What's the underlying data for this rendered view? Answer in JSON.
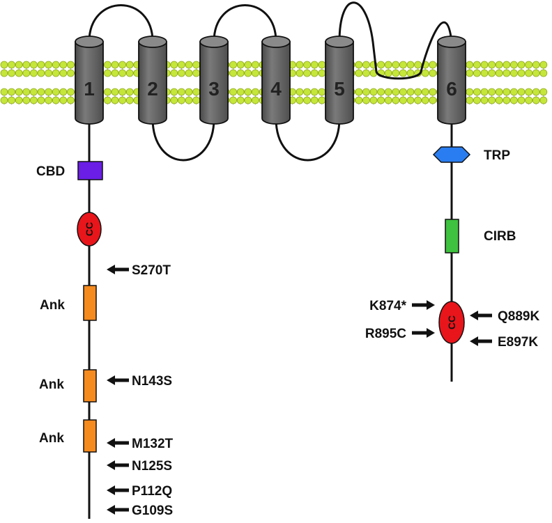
{
  "colors": {
    "membrane_head": "#c5e63a",
    "membrane_head_edge": "#8faa1c",
    "helix_fill": "#6d6d6d",
    "helix_top": "#8a8a8a",
    "cbd": "#6a1ee6",
    "cc": "#e8151b",
    "ank": "#f58a1f",
    "trp": "#2a7df0",
    "cirb": "#3fc23f",
    "line": "#111111"
  },
  "helices": [
    {
      "number": "1"
    },
    {
      "number": "2"
    },
    {
      "number": "3"
    },
    {
      "number": "4"
    },
    {
      "number": "5"
    },
    {
      "number": "6"
    }
  ],
  "domains": {
    "cbd": "CBD",
    "cc_n": "CC",
    "ank1": "Ank",
    "ank2": "Ank",
    "ank3": "Ank",
    "trp": "TRP",
    "cirb": "CIRB",
    "cc_c": "CC"
  },
  "mutations_n_terminal": [
    "S270T",
    "N143S",
    "M132T",
    "N125S",
    "P112Q",
    "G109S"
  ],
  "mutations_c_terminal_left": [
    "K874*",
    "R895C"
  ],
  "mutations_c_terminal_right": [
    "Q889K",
    "E897K"
  ]
}
